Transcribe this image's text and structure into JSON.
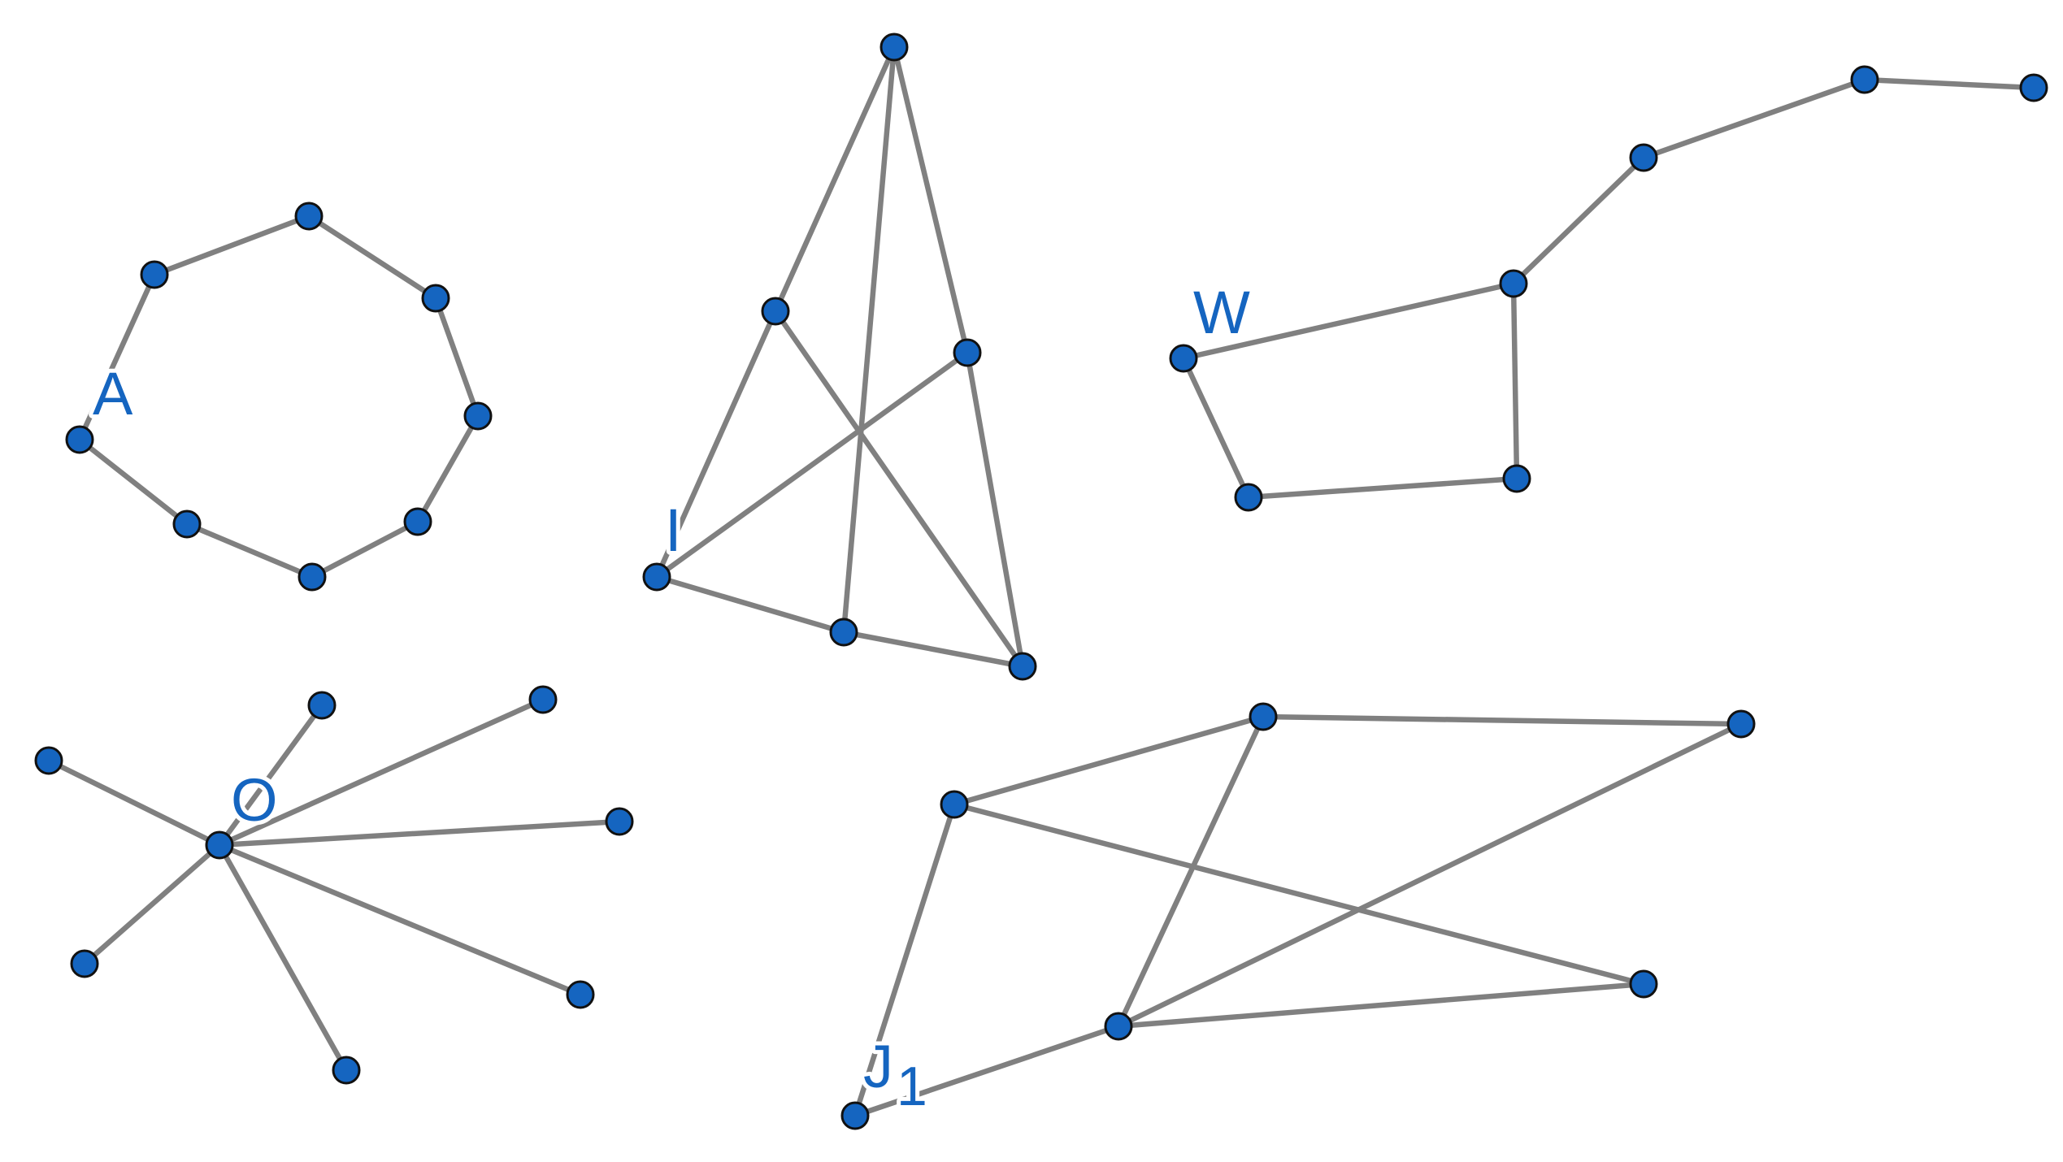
{
  "diagram": {
    "colors": {
      "edge": "#808080",
      "vertex_fill": "#1565c0",
      "vertex_stroke": "#111111",
      "label": "#1565c0",
      "background": "#ffffff"
    },
    "graphs": [
      {
        "name": "A",
        "label": {
          "text": "A",
          "subscript": ""
        },
        "vertex_count": 8,
        "edge_count": 8,
        "shape": "cycle"
      },
      {
        "name": "I",
        "label": {
          "text": "I",
          "subscript": ""
        },
        "vertex_count": 6,
        "edge_count": 9,
        "shape": "complete-bipartite-K3,3"
      },
      {
        "name": "W",
        "label": {
          "text": "W",
          "subscript": ""
        },
        "vertex_count": 7,
        "edge_count": 7,
        "shape": "cycle-with-tail"
      },
      {
        "name": "O",
        "label": {
          "text": "O",
          "subscript": ""
        },
        "vertex_count": 8,
        "edge_count": 7,
        "shape": "star"
      },
      {
        "name": "J1",
        "label": {
          "text": "J",
          "subscript": "1"
        },
        "vertex_count": 6,
        "edge_count": 8,
        "shape": "sparse"
      }
    ]
  }
}
